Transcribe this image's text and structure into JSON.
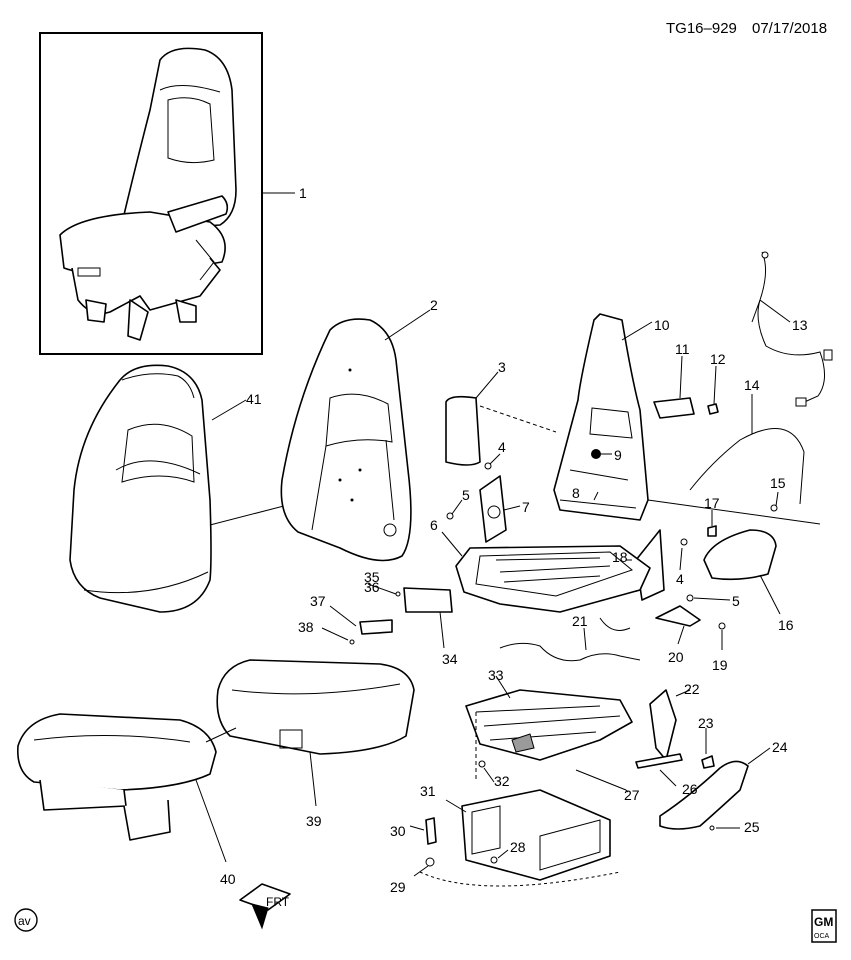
{
  "header": {
    "code": "TG16–929",
    "date": "07/17/2018"
  },
  "corner_mark": "av",
  "front_arrow": {
    "label": "FRT"
  },
  "logo": {
    "top": "GM",
    "bottom": "OCA"
  },
  "callouts": {
    "c1": "1",
    "c2": "2",
    "c3": "3",
    "c4a": "4",
    "c4b": "4",
    "c5a": "5",
    "c5b": "5",
    "c6": "6",
    "c7": "7",
    "c8": "8",
    "c9": "9",
    "c10": "10",
    "c11": "11",
    "c12": "12",
    "c13": "13",
    "c14": "14",
    "c15": "15",
    "c16": "16",
    "c17": "17",
    "c18": "18",
    "c19": "19",
    "c20": "20",
    "c21": "21",
    "c22": "22",
    "c23": "23",
    "c24": "24",
    "c25": "25",
    "c26": "26",
    "c27": "27",
    "c28": "28",
    "c29": "29",
    "c30": "30",
    "c31": "31",
    "c32": "32",
    "c33": "33",
    "c34": "34",
    "c35": "35",
    "c36": "36",
    "c37": "37",
    "c38": "38",
    "c39": "39",
    "c40": "40",
    "c41": "41"
  }
}
